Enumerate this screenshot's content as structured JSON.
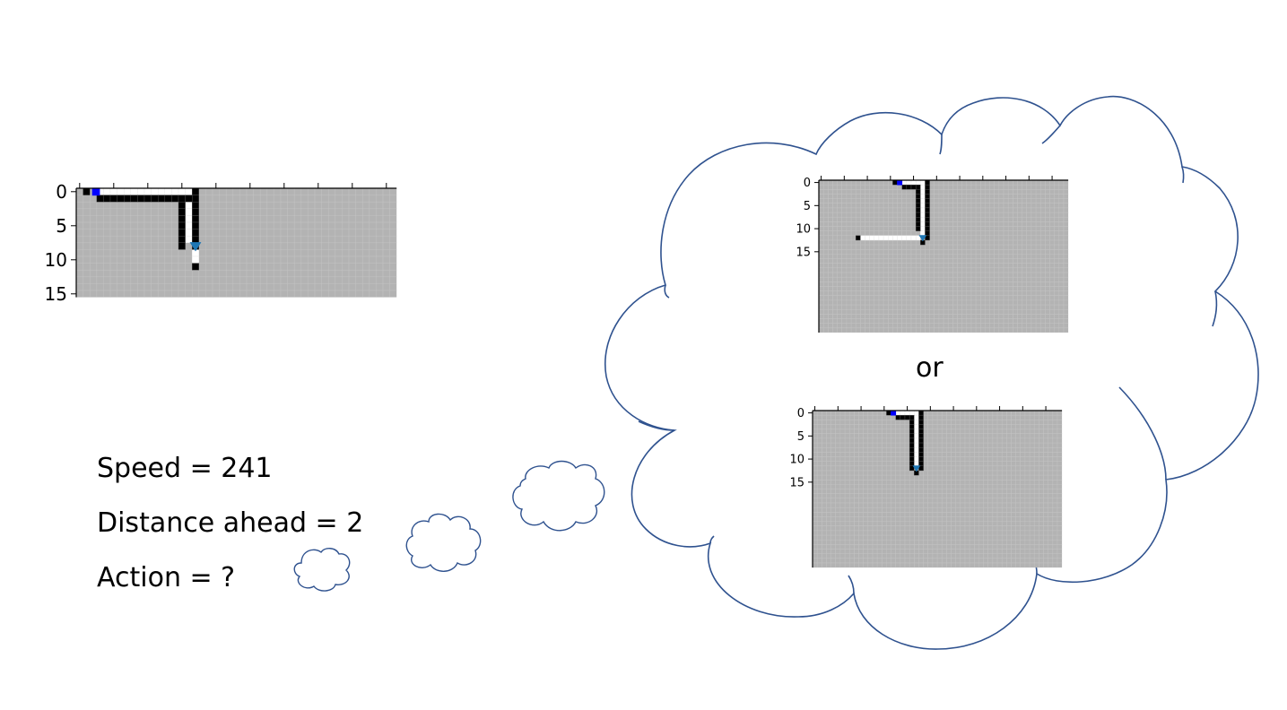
{
  "info": {
    "speed": "Speed = 241",
    "distance": "Distance ahead = 2",
    "action": "Action = ?"
  },
  "connector": "or",
  "colors": {
    "background_cell": "#b3b3b3",
    "grid_line": "#c4c4c4",
    "wall": "#000000",
    "trail": "#ffffff",
    "start_marker": "#0000ff",
    "agent_marker": "#1f77b4",
    "cloud_outline": "#2f528f"
  },
  "plots": {
    "current": {
      "y_ticks": [
        "0",
        "5",
        "10",
        "15"
      ],
      "walls": [
        [
          0,
          1
        ],
        [
          0,
          17
        ],
        [
          1,
          3
        ],
        [
          1,
          4
        ],
        [
          1,
          5
        ],
        [
          1,
          6
        ],
        [
          1,
          7
        ],
        [
          1,
          8
        ],
        [
          1,
          9
        ],
        [
          1,
          10
        ],
        [
          1,
          11
        ],
        [
          1,
          12
        ],
        [
          1,
          13
        ],
        [
          1,
          14
        ],
        [
          1,
          15
        ],
        [
          1,
          16
        ],
        [
          1,
          17
        ],
        [
          2,
          15
        ],
        [
          2,
          17
        ],
        [
          3,
          15
        ],
        [
          3,
          17
        ],
        [
          4,
          15
        ],
        [
          4,
          17
        ],
        [
          5,
          15
        ],
        [
          5,
          17
        ],
        [
          6,
          15
        ],
        [
          6,
          17
        ],
        [
          7,
          15
        ],
        [
          7,
          17
        ],
        [
          8,
          15
        ],
        [
          8,
          17
        ],
        [
          11,
          17
        ]
      ],
      "trail": [
        [
          0,
          3
        ],
        [
          0,
          4
        ],
        [
          0,
          5
        ],
        [
          0,
          6
        ],
        [
          0,
          7
        ],
        [
          0,
          8
        ],
        [
          0,
          9
        ],
        [
          0,
          10
        ],
        [
          0,
          11
        ],
        [
          0,
          12
        ],
        [
          0,
          13
        ],
        [
          0,
          14
        ],
        [
          0,
          15
        ],
        [
          0,
          16
        ],
        [
          1,
          16
        ],
        [
          2,
          16
        ],
        [
          3,
          16
        ],
        [
          4,
          16
        ],
        [
          5,
          16
        ],
        [
          6,
          16
        ],
        [
          7,
          16
        ],
        [
          9,
          17
        ],
        [
          10,
          17
        ]
      ],
      "start": [
        0,
        2.4
      ],
      "agent": [
        8,
        17
      ]
    },
    "future_a": {
      "y_ticks": [
        "0",
        "5",
        "10",
        "15"
      ],
      "walls": [
        [
          0,
          16
        ],
        [
          0,
          23
        ],
        [
          1,
          18
        ],
        [
          1,
          19
        ],
        [
          1,
          20
        ],
        [
          1,
          21
        ],
        [
          1,
          23
        ],
        [
          2,
          21
        ],
        [
          2,
          23
        ],
        [
          3,
          21
        ],
        [
          3,
          23
        ],
        [
          4,
          21
        ],
        [
          4,
          23
        ],
        [
          5,
          21
        ],
        [
          5,
          23
        ],
        [
          6,
          21
        ],
        [
          6,
          23
        ],
        [
          7,
          21
        ],
        [
          7,
          23
        ],
        [
          8,
          21
        ],
        [
          8,
          23
        ],
        [
          9,
          21
        ],
        [
          9,
          23
        ],
        [
          10,
          21
        ],
        [
          10,
          23
        ],
        [
          11,
          23
        ],
        [
          12,
          8
        ],
        [
          12,
          23
        ],
        [
          13,
          22
        ]
      ],
      "trail": [
        [
          0,
          18
        ],
        [
          0,
          19
        ],
        [
          0,
          20
        ],
        [
          0,
          21
        ],
        [
          0,
          22
        ],
        [
          1,
          22
        ],
        [
          2,
          22
        ],
        [
          3,
          22
        ],
        [
          4,
          22
        ],
        [
          5,
          22
        ],
        [
          6,
          22
        ],
        [
          7,
          22
        ],
        [
          8,
          22
        ],
        [
          9,
          22
        ],
        [
          10,
          22
        ],
        [
          11,
          22
        ],
        [
          12,
          9
        ],
        [
          12,
          10
        ],
        [
          12,
          11
        ],
        [
          12,
          12
        ],
        [
          12,
          13
        ],
        [
          12,
          14
        ],
        [
          12,
          15
        ],
        [
          12,
          16
        ],
        [
          12,
          17
        ],
        [
          12,
          18
        ],
        [
          12,
          19
        ],
        [
          12,
          20
        ],
        [
          12,
          21
        ]
      ],
      "start": [
        0,
        17
      ],
      "agent": [
        12,
        22
      ]
    },
    "future_b": {
      "y_ticks": [
        "0",
        "5",
        "10",
        "15"
      ],
      "walls": [
        [
          0,
          16
        ],
        [
          0,
          23
        ],
        [
          1,
          18
        ],
        [
          1,
          19
        ],
        [
          1,
          20
        ],
        [
          1,
          21
        ],
        [
          1,
          23
        ],
        [
          2,
          21
        ],
        [
          2,
          23
        ],
        [
          3,
          21
        ],
        [
          3,
          23
        ],
        [
          4,
          21
        ],
        [
          4,
          23
        ],
        [
          5,
          21
        ],
        [
          5,
          23
        ],
        [
          6,
          21
        ],
        [
          6,
          23
        ],
        [
          7,
          21
        ],
        [
          7,
          23
        ],
        [
          8,
          21
        ],
        [
          8,
          23
        ],
        [
          9,
          21
        ],
        [
          9,
          23
        ],
        [
          10,
          21
        ],
        [
          10,
          23
        ],
        [
          11,
          21
        ],
        [
          11,
          23
        ],
        [
          12,
          21
        ],
        [
          12,
          23
        ],
        [
          13,
          22
        ]
      ],
      "trail": [
        [
          0,
          18
        ],
        [
          0,
          19
        ],
        [
          0,
          20
        ],
        [
          0,
          21
        ],
        [
          0,
          22
        ],
        [
          1,
          22
        ],
        [
          2,
          22
        ],
        [
          3,
          22
        ],
        [
          4,
          22
        ],
        [
          5,
          22
        ],
        [
          6,
          22
        ],
        [
          7,
          22
        ],
        [
          8,
          22
        ],
        [
          9,
          22
        ],
        [
          10,
          22
        ],
        [
          11,
          22
        ]
      ],
      "start": [
        0,
        17
      ],
      "agent": [
        12,
        22
      ]
    }
  }
}
